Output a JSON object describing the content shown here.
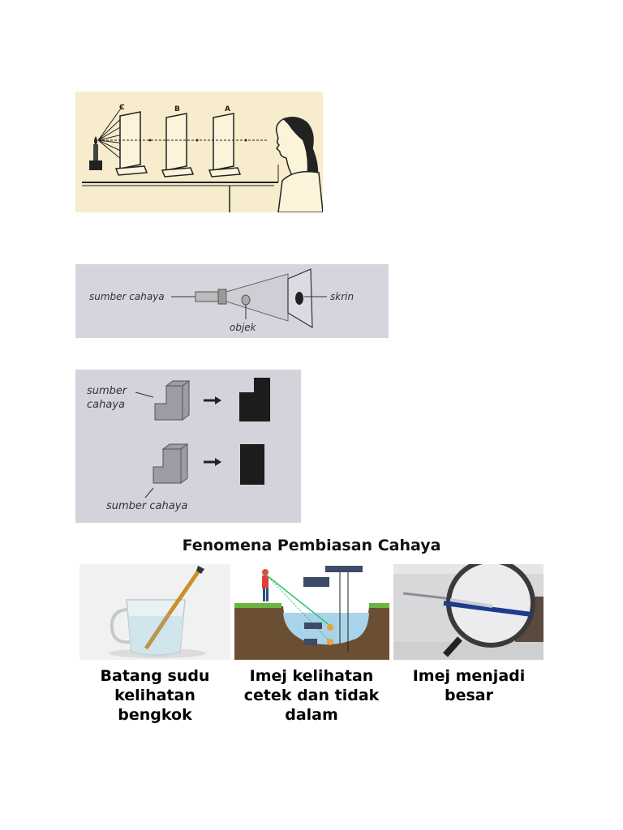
{
  "figure1": {
    "labels": [
      "C",
      "B",
      "A"
    ]
  },
  "figure2": {
    "source_label": "sumber cahaya",
    "object_label": "objek",
    "screen_label": "skrin"
  },
  "figure3": {
    "top_label_line1": "sumber",
    "top_label_line2": "cahaya",
    "bottom_label": "sumber cahaya"
  },
  "refraction": {
    "title": "Fenomena Pembiasan Cahaya",
    "items": [
      {
        "caption_lines": [
          "Batang sudu",
          "kelihatan bengkok"
        ]
      },
      {
        "caption_lines": [
          "Imej kelihatan",
          "cetek dan tidak",
          "dalam"
        ]
      },
      {
        "caption_lines": [
          "Imej menjadi",
          "besar"
        ]
      }
    ]
  },
  "colors": {
    "water": "#a9d3e8",
    "ground": "#6b4f32",
    "grass": "#6bb540",
    "pencil": "#c8922a"
  }
}
